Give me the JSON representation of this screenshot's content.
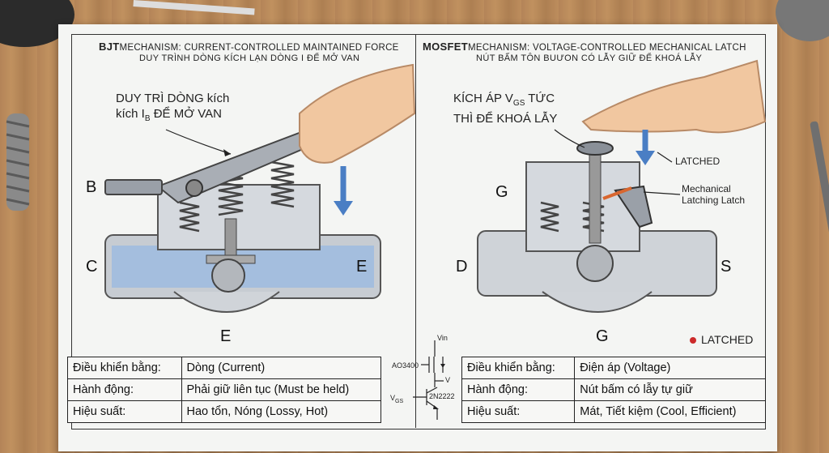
{
  "bjt": {
    "title_bold": "BJT",
    "title": "MECHANISM: CURRENT-CONTROLLED MAINTAINED FORCE",
    "subtitle": "DUY TRÌNH DÒNG KÍCH LẠN DÒNG I ĐỂ MỞ VAN",
    "callout_line1": "DUY TRÌ DÒNG kích",
    "callout_line2": "kích I",
    "callout_line2_sub": "B",
    "callout_line2_rest": " ĐỂ MỞ VAN",
    "label_b": "B",
    "label_c": "C",
    "label_e_right": "E",
    "label_e_bottom": "E",
    "table": [
      {
        "k": "Điều khiển bằng:",
        "v": "Dòng (Current)"
      },
      {
        "k": "Hành động:",
        "v": "Phải giữ liên tục (Must be held)"
      },
      {
        "k": "Hiệu suất:",
        "v": "Hao tổn, Nóng (Lossy, Hot)"
      }
    ]
  },
  "mosfet": {
    "title_bold": "MOSFET",
    "title": "MECHANISM: VOLTAGE-CONTROLLED MECHANICAL LATCH",
    "subtitle": "NÚT BẤM TÔN BUƯON CÓ LẪY GIỮ ĐỂ KHOÁ LẪY",
    "callout_line1": "KÍCH ÁP V",
    "callout_line1_sub": "GS",
    "callout_line1_rest": " TỨC",
    "callout_line2": "THÌ ĐỂ KHOÁ LẪY",
    "latched_label": "LATCHED",
    "mech_line1": "Mechanical",
    "mech_line2": "Latching Latch",
    "label_g_left": "G",
    "label_d": "D",
    "label_s": "S",
    "label_g_bottom": "G",
    "latched_legend": "LATCHED",
    "latched_color": "#cc2a2a",
    "table": [
      {
        "k": "Điều khiển bằng:",
        "v": "Điện áp (Voltage)"
      },
      {
        "k": "Hành động:",
        "v": "Nút bấm có lẫy tự giữ"
      },
      {
        "k": "Hiệu suất:",
        "v": "Mát, Tiết kiệm (Cool, Efficient)"
      }
    ]
  },
  "schematic": {
    "vin": "Vin",
    "mosfet_part": "AO3400",
    "v_label": "V",
    "vgs": "V",
    "vgs_sub": "GS",
    "bjt_part": "2N2222"
  },
  "colors": {
    "flow_blue": "#4a7ec4",
    "water": "#9dbbe0",
    "metal": "#9aa0a8"
  }
}
